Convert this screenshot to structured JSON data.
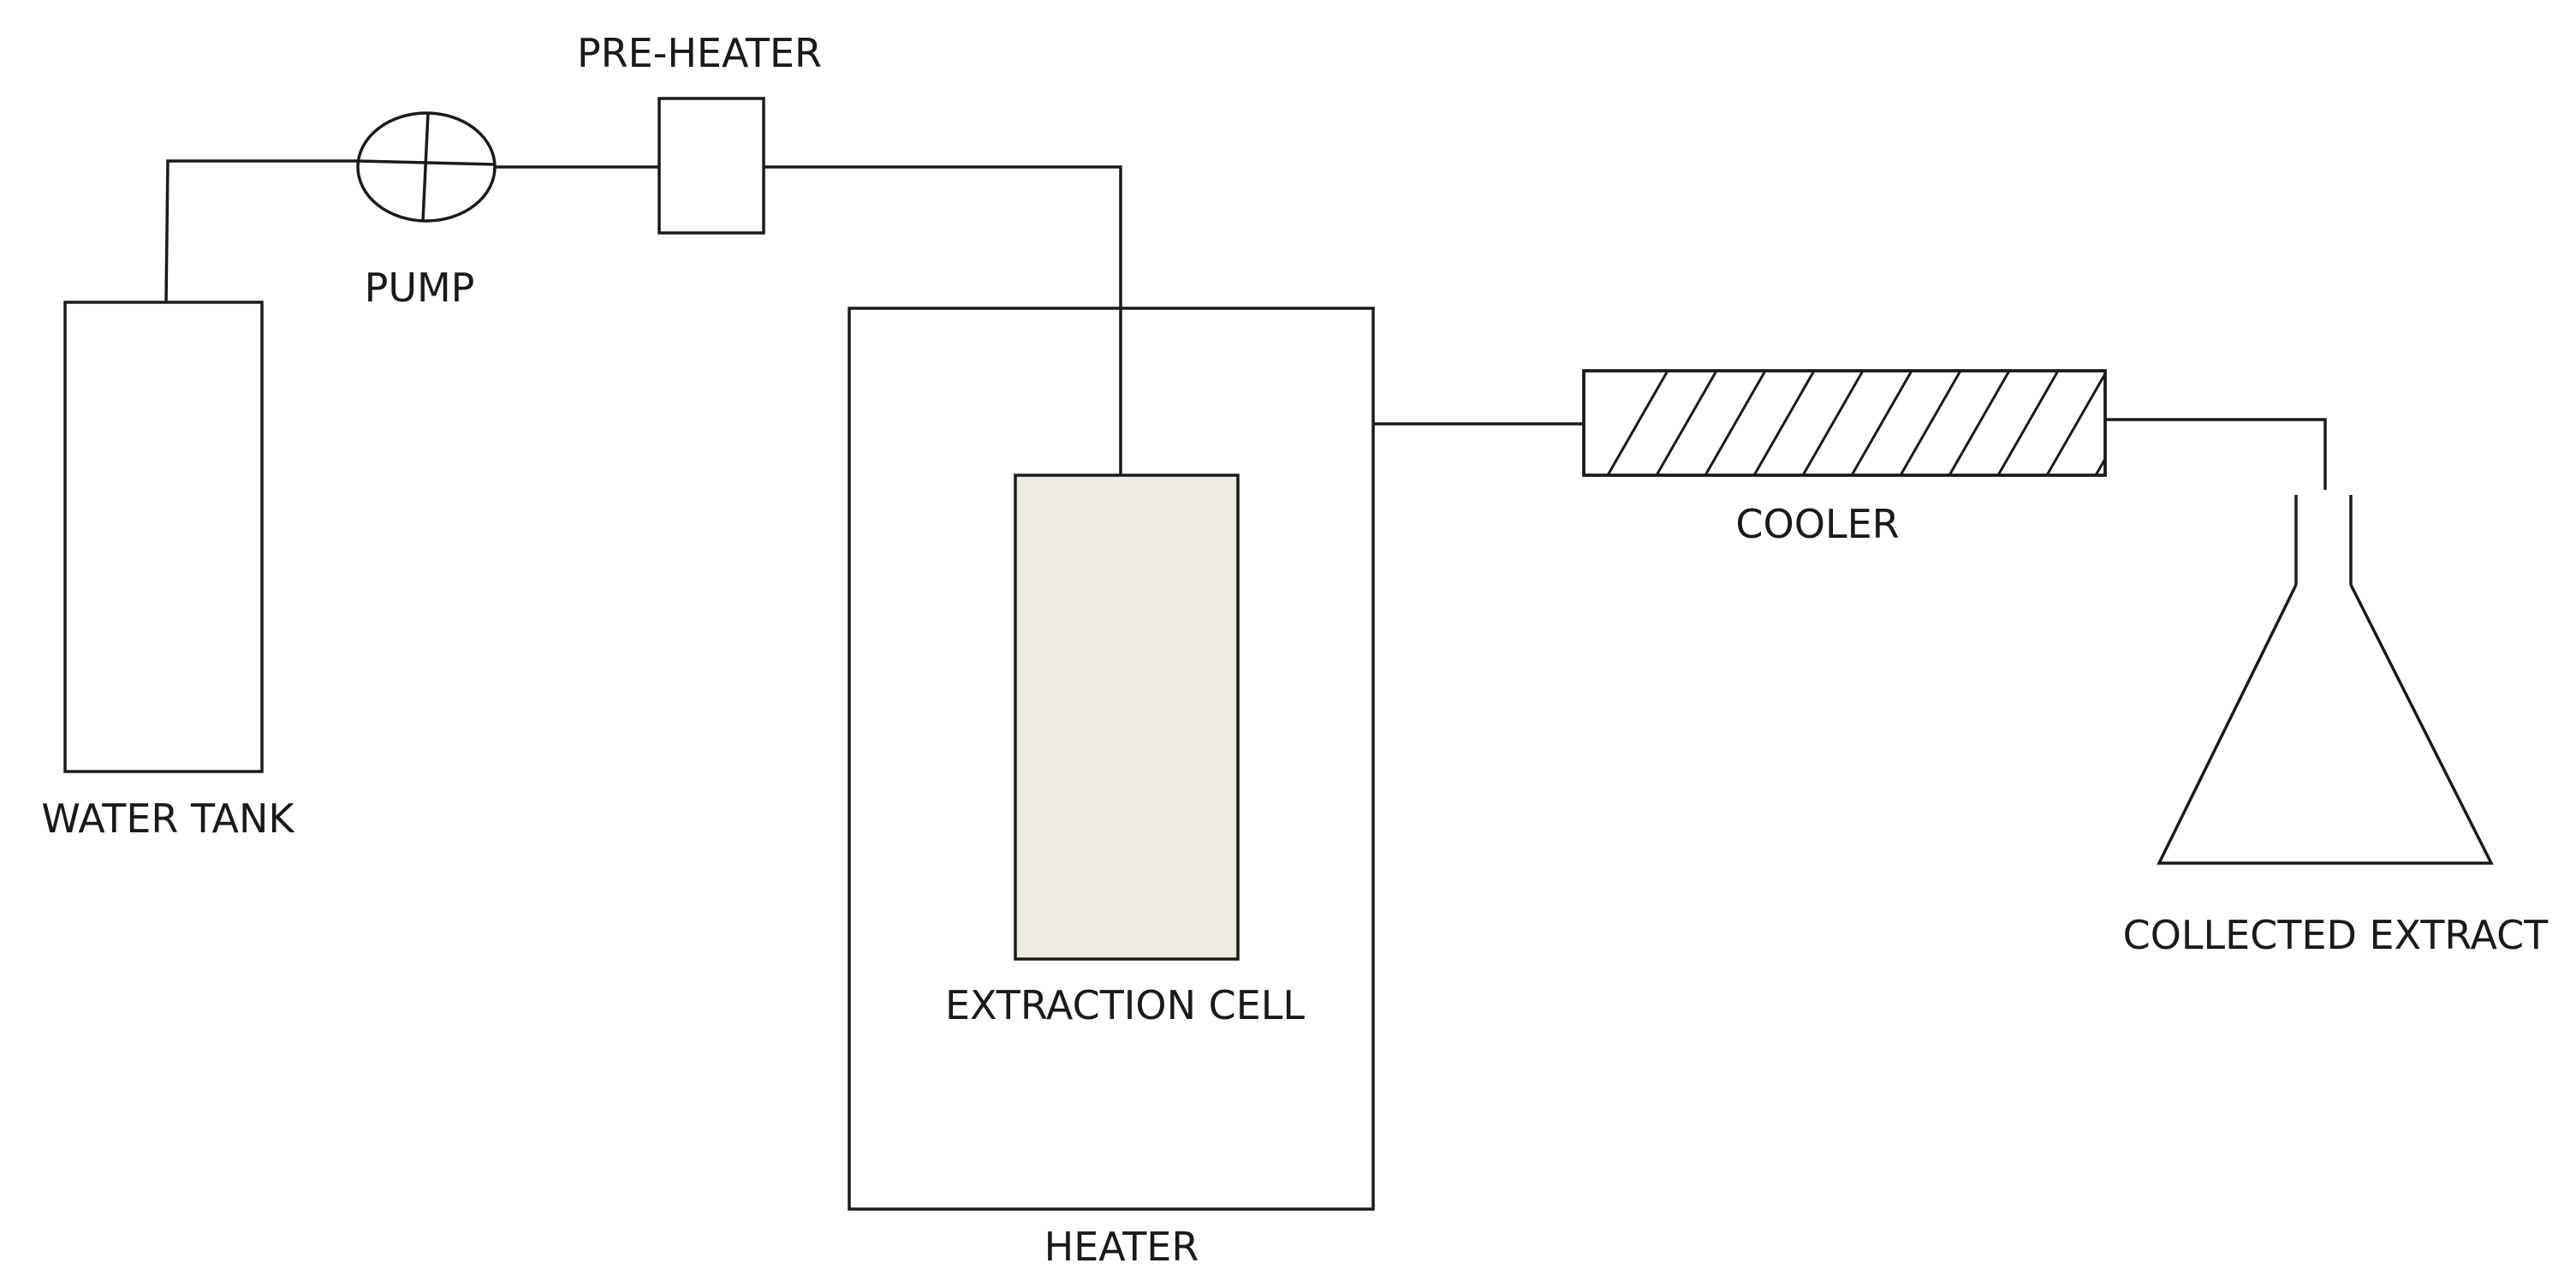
{
  "labels": {
    "pre_heater": "PRE-HEATER",
    "pump": "PUMP",
    "water_tank": "WATER TANK",
    "cooler": "COOLER",
    "extraction_cell": "EXTRACTION CELL",
    "heater": "HEATER",
    "collected_extract": "COLLECTED EXTRACT"
  },
  "colors": {
    "line": "#1a1a1a",
    "extraction_cell_fill": "#edebe2",
    "background": "#ffffff"
  }
}
